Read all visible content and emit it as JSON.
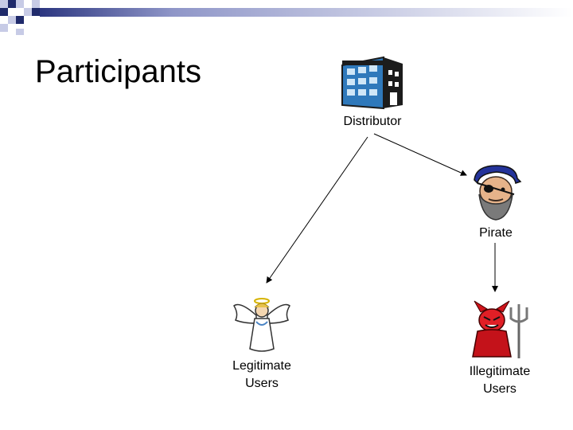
{
  "slide": {
    "title": "Participants"
  },
  "nodes": {
    "distributor": {
      "label": "Distributor",
      "icon": "building-icon"
    },
    "pirate": {
      "label": "Pirate",
      "icon": "pirate-icon"
    },
    "legitimate": {
      "label_line1": "Legitimate",
      "label_line2": "Users",
      "icon": "angel-icon"
    },
    "illegitimate": {
      "label_line1": "Illegitimate",
      "label_line2": "Users",
      "icon": "devil-icon"
    }
  },
  "colors": {
    "accent_dark": "#1f2a6b",
    "accent_light": "#c5c9e6",
    "devil_red": "#d0141b",
    "building_blue": "#3d86c6"
  }
}
